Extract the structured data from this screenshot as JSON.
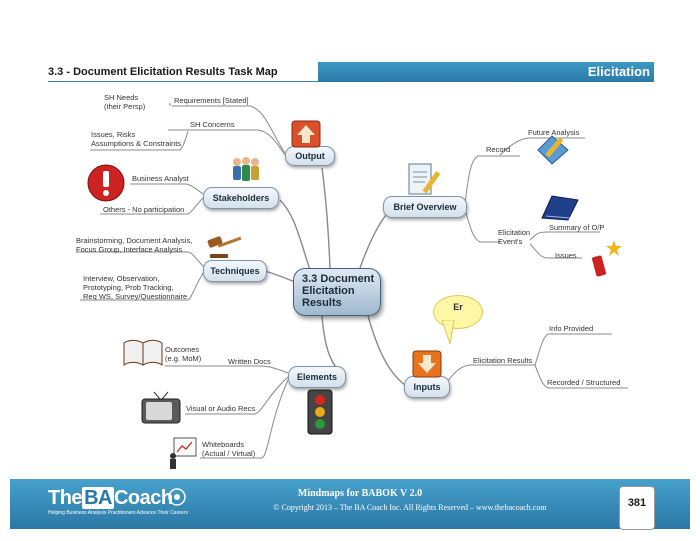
{
  "header": {
    "title": "3.3 - Document Elicitation Results Task Map",
    "section": "Elicitation"
  },
  "central": {
    "label": "3.3 Document\nElicitation\nResults"
  },
  "nodes": {
    "output": "Output",
    "stakeholders": "Stakeholders",
    "techniques": "Techniques",
    "elements": "Elements",
    "brief_overview": "Brief Overview",
    "inputs": "Inputs"
  },
  "callout": "Er",
  "output_branch": {
    "requirements": "Requirements [Stated]",
    "sh_needs": "SH Needs\n(their Persp)",
    "sh_concerns": "SH Concerns",
    "issues": "Issues, Risks\nAssumptions & Constraints"
  },
  "stakeholders_branch": {
    "business_analyst": "Business Analyst",
    "others": "Others - No participation"
  },
  "techniques_branch": {
    "brainstorming": "Brainstorming, Document Analysis,\nFocus Group, Interface Analysis",
    "interview": "Interview, Observation,\nPrototyping, Prob Tracking,\nReq WS, Survey/Questionnaire"
  },
  "elements_branch": {
    "written_docs": "Written Docs",
    "outcomes": "Outcomes\n(e.g. MoM)",
    "visual_audio": "Visual or Audio Recs",
    "whiteboards": "Whiteboards\n(Actual / Virtual)"
  },
  "overview_branch": {
    "record": "Record",
    "future_analysis": "Future Analysis",
    "elicitation_events": "Elicitation\nEvent's",
    "summary": "Summary of O/P",
    "issues": "Issues"
  },
  "inputs_branch": {
    "elicitation_results": "Elicitation Results",
    "info_provided": "Info Provided",
    "recorded": "Recorded / Structured"
  },
  "footer": {
    "logo_the": "The",
    "logo_ba": "BA",
    "logo_coach": "Coach",
    "tagline": "Helping Business Analysis Practitioners Advance Their Careers",
    "title": "Mindmaps for BABOK V 2.0",
    "copyright": "© Copyright 2013 – The BA Coach Inc. All Rights Reserved – www.thebacoach.com",
    "page": "381"
  },
  "colors": {
    "header_blue": "#2b7aa7",
    "node_border": "#7e95a8",
    "line": "#8a8a8a"
  }
}
